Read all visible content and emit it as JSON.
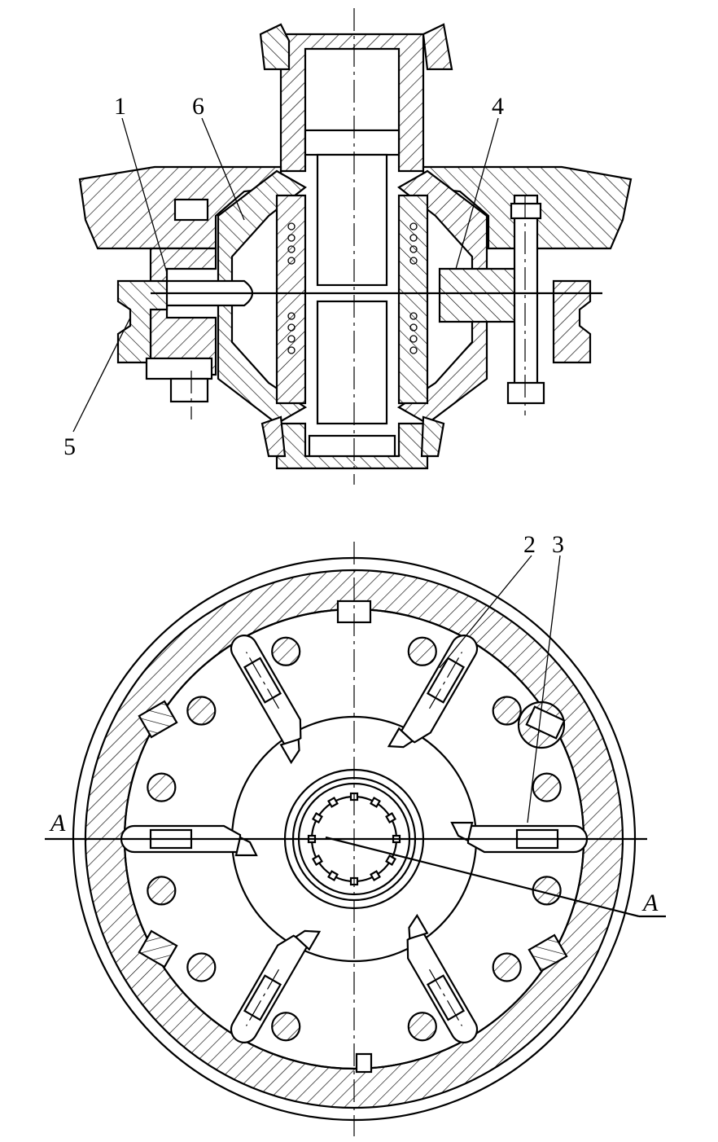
{
  "figure": {
    "labels": {
      "l1": "1",
      "l2": "2",
      "l3": "3",
      "l4": "4",
      "l5": "5",
      "l6": "6",
      "section_left": "A",
      "section_right": "A"
    }
  }
}
